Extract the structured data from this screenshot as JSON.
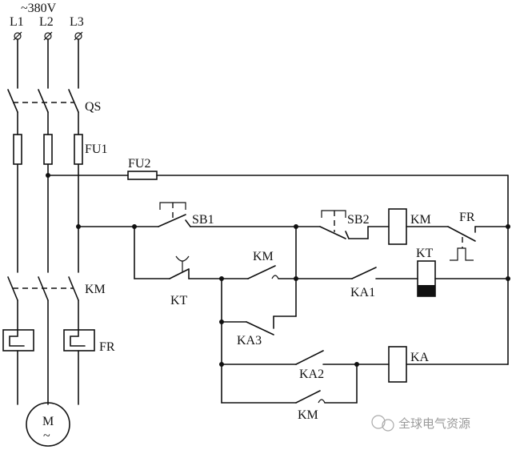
{
  "supply": {
    "voltage": "~380V",
    "phases": [
      "L1",
      "L2",
      "L3"
    ]
  },
  "labels": {
    "qs": "QS",
    "fu1": "FU1",
    "fu2": "FU2",
    "km_main": "KM",
    "fr_main": "FR",
    "motor": "M",
    "motor_sym": "~",
    "sb1": "SB1",
    "sb2": "SB2",
    "km_coil": "KM",
    "fr_contact": "FR",
    "kt_contact": "KT",
    "km_contact1": "KM",
    "kt_coil": "KT",
    "ka1": "KA1",
    "ka3": "KA3",
    "ka2": "KA2",
    "ka_coil": "KA",
    "km_contact2": "KM"
  },
  "watermark": "全球电气资源"
}
